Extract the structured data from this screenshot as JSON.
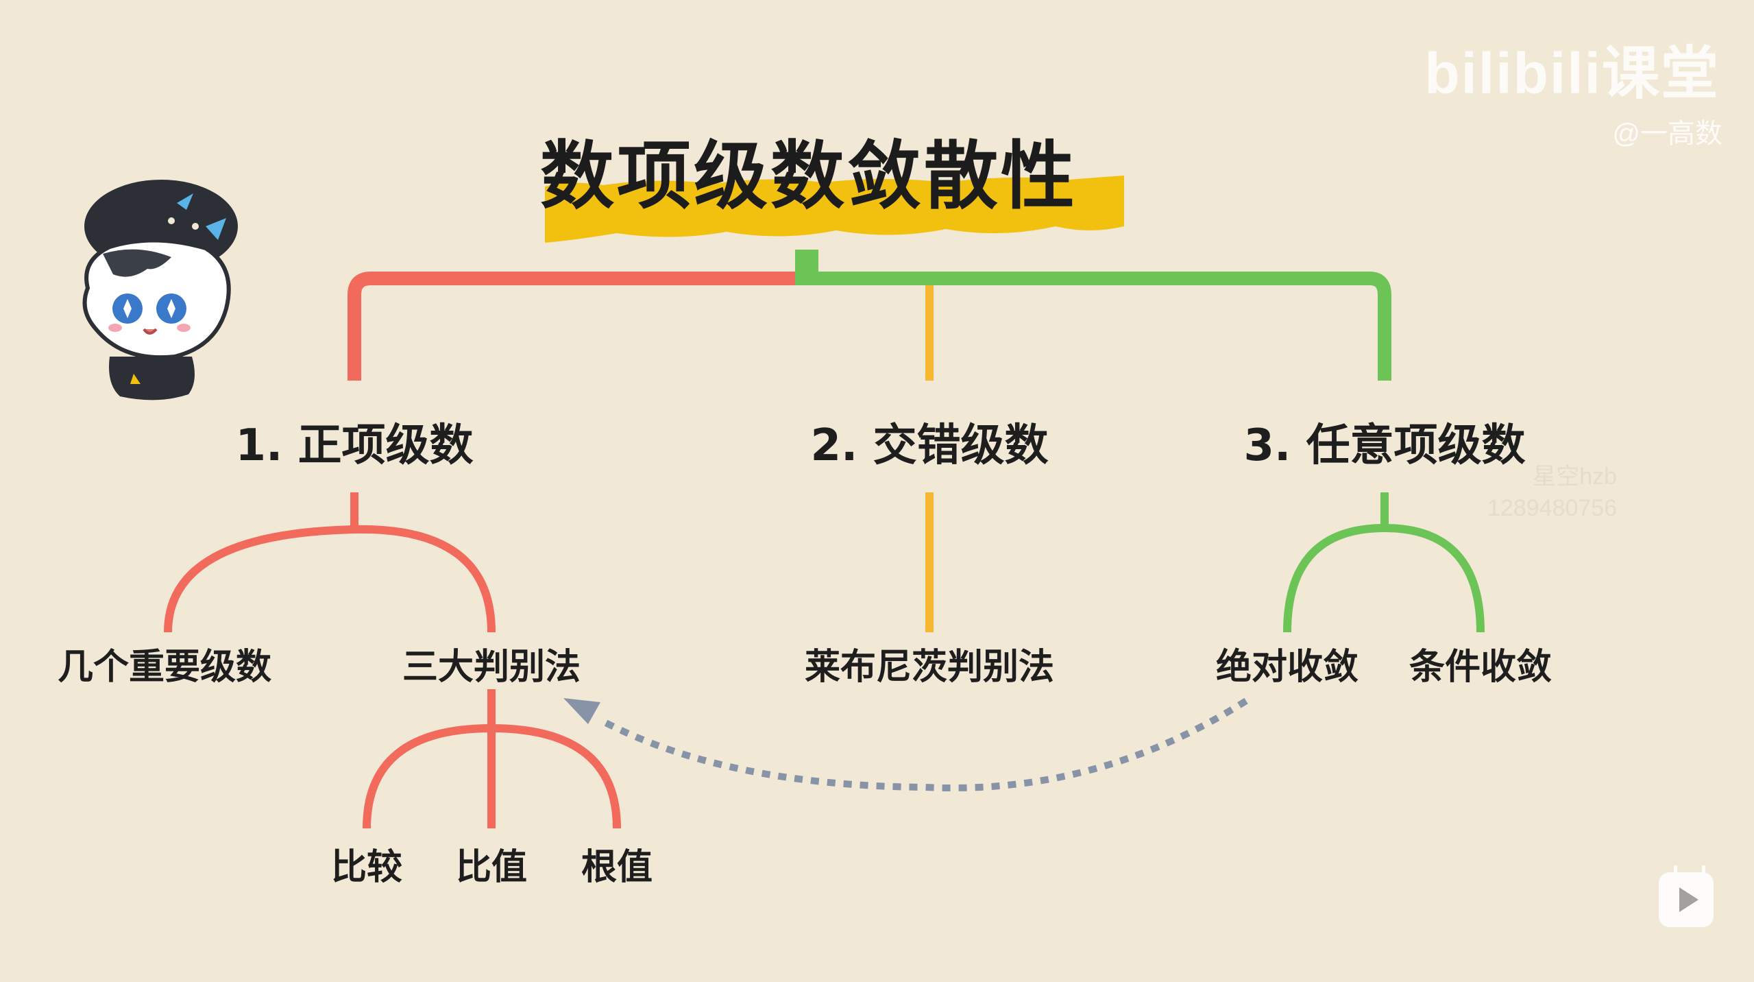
{
  "branding": {
    "logo_text": "bilibili课堂",
    "author": "@一高数"
  },
  "watermark": {
    "line1": "星空hzb",
    "line2": "1289480756"
  },
  "title": "数项级数敛散性",
  "categories": [
    {
      "label": "1. 正项级数",
      "color": "#f26a5b"
    },
    {
      "label": "2. 交错级数",
      "color": "#f7b731"
    },
    {
      "label": "3. 任意项级数",
      "color": "#6cc456"
    }
  ],
  "positive_series": {
    "children": [
      "几个重要级数",
      "三大判别法"
    ],
    "tests": [
      "比较",
      "比值",
      "根值"
    ]
  },
  "alternating_series": {
    "children": [
      "莱布尼茨判别法"
    ]
  },
  "arbitrary_series": {
    "children": [
      "绝对收敛",
      "条件收敛"
    ]
  },
  "colors": {
    "background": "#f2e8d6",
    "title_highlight": "#f2c00f",
    "dotted_arrow": "#8794a8",
    "red": "#f26a5b",
    "yellow": "#f7b731",
    "green": "#6cc456"
  },
  "icons": [
    "mascot-avatar",
    "play-icon"
  ]
}
